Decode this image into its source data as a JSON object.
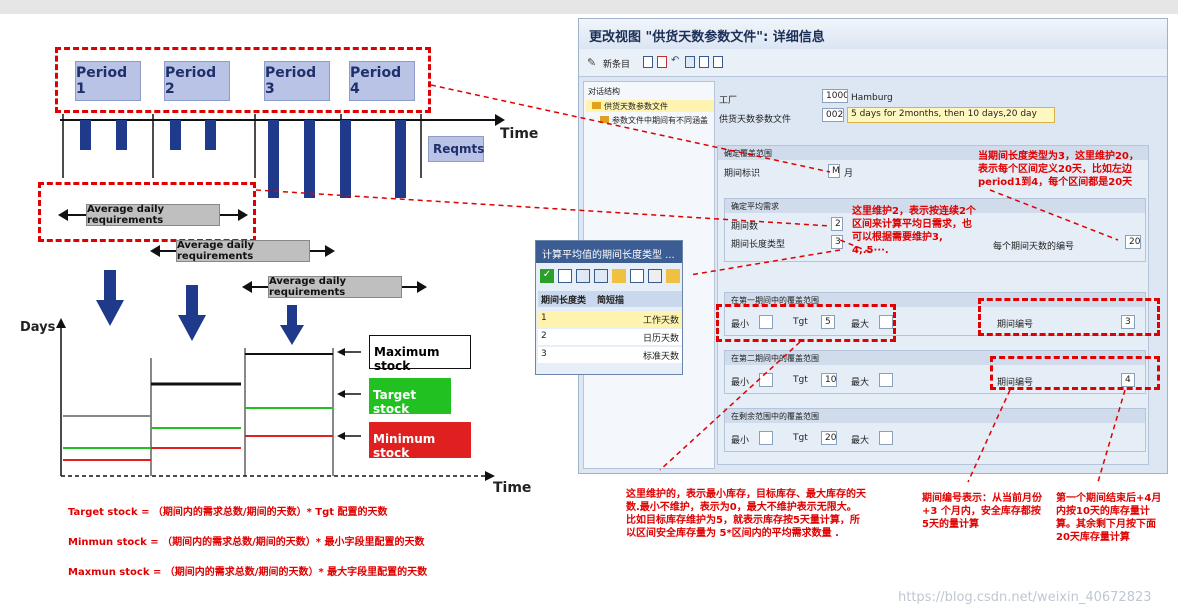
{
  "left_diagram": {
    "periods": [
      "Period 1",
      "Period 2",
      "Period 3",
      "Period 4"
    ],
    "time_label_top": "Time",
    "reqmts_label": "Reqmts",
    "avg_labels": [
      "Average daily requirements",
      "Average daily requirements",
      "Average daily requirements"
    ],
    "days_label": "Days",
    "time_label_bottom": "Time",
    "stock_labels": {
      "max": "Maximum stock",
      "target": "Target stock",
      "min": "Minimum stock"
    },
    "colors": {
      "target": "#22c122",
      "min": "#e02020",
      "max": "#111111",
      "bars": "#1f3a8a"
    }
  },
  "formulas": [
    "Target stock = （期间内的需求总数/期间的天数）* Tgt 配置的天数",
    "Minmun stock = （期间内的需求总数/期间的天数）* 最小字段里配置的天数",
    "Maxmun stock = （期间内的需求总数/期间的天数）* 最大字段里配置的天数"
  ],
  "sap": {
    "title": "更改视图 \"供货天数参数文件\": 详细信息",
    "toolbar_new": "新条目",
    "tree_header": "对话结构",
    "tree_item1": "供货天数参数文件",
    "tree_item2": "参数文件中期间有不同涵盖",
    "plant_label": "工厂",
    "plant_code": "1000",
    "plant_name": "Hamburg",
    "profile_label": "供货天数参数文件",
    "profile_code": "002",
    "profile_desc": "5 days for 2months, then 10 days,20 day",
    "grp_cover_range": "确定覆盖范围",
    "period_ind_label": "期间标识",
    "period_ind_value": "M",
    "period_ind_text": "月",
    "grp_avg": "确定平均需求",
    "num_periods_label": "期间数",
    "num_periods_value": "2",
    "period_len_label": "期间长度类型",
    "period_len_value": "3",
    "days_per_period_label": "每个期间天数的编号",
    "days_per_period_value": "20",
    "grp1": "在第一期间中的覆盖范围",
    "grp2": "在第二期间中的覆盖范围",
    "grp3": "在剩余范围中的覆盖范围",
    "min_label": "最小",
    "tgt_label": "Tgt",
    "max_label": "最大",
    "period_no_label": "期间编号",
    "p1_tgt": "5",
    "p1_no": "3",
    "p2_tgt": "10",
    "p2_no": "4",
    "p3_tgt": "20"
  },
  "popup": {
    "title": "计算平均值的期间长度类型 ...",
    "col1": "期间长度类",
    "col2": "简短描",
    "rows": [
      {
        "k": "1",
        "v": "工作天数"
      },
      {
        "k": "2",
        "v": "日历天数"
      },
      {
        "k": "3",
        "v": "标准天数"
      }
    ]
  },
  "notes": {
    "n_period_len": "当期间长度类型为3，这里维护20，表示每个区间定义20天，比如左边period1到4，每个区间都是20天",
    "n_num_periods": "这里维护2，表示按连续2个区间来计算平均日需求，也可以根据需要维护3, 4,.5···.",
    "n_minmax": "这里维护的，表示最小库存，目标库存、最大库存的天数.最小不维护，表示为0，最大不维护表示无限大。比如目标库存维护为5，就表示库存按5天量计算，所以区间安全库存量为 5*区间内的平均需求数量 .",
    "n_period_no": "期间编号表示：从当前月份+3 个月内，安全库存都按 5天的量计算",
    "n_after": "第一个期间结束后+4月内按10天的库存量计算。其余剩下月按下面20天库存量计算"
  },
  "watermark": "https://blog.csdn.net/weixin_40672823"
}
